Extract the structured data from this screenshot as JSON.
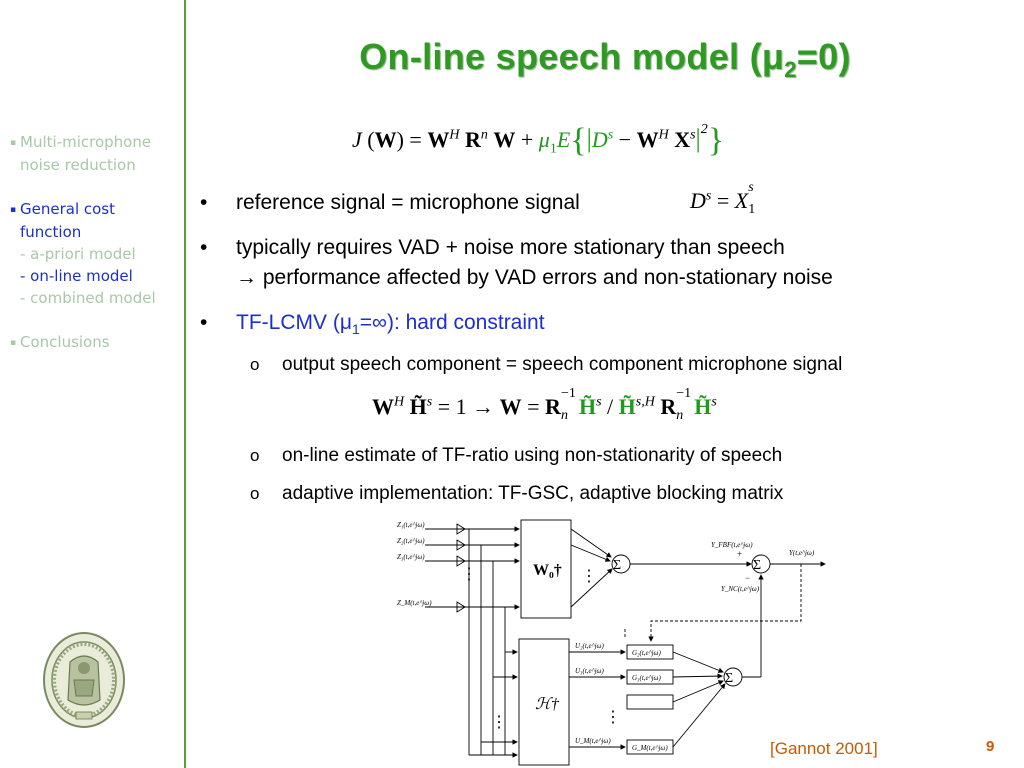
{
  "sidebar": {
    "item1_line1": "Multi-microphone",
    "item1_line2": "noise reduction",
    "item2_line1": "General cost",
    "item2_line2": "function",
    "sub1": "- a-priori model",
    "sub2": "- on-line model",
    "sub3": "- combined model",
    "item3": "Conclusions",
    "bullet_glyph": "▪"
  },
  "title": {
    "main": "On-line speech model (",
    "mu": "μ",
    "sub": "2",
    "rest": "=0)"
  },
  "bullets": [
    {
      "text": "reference signal = microphone signal"
    },
    {
      "line1": "typically requires VAD + noise more stationary than speech",
      "line2": "→ performance affected by VAD errors and non-stationary noise"
    },
    {
      "pre": "TF-LCMV (",
      "mu": "μ",
      "sub": "1",
      "post": "=∞): hard constraint"
    }
  ],
  "subbullets": [
    "output speech component = speech component microphone signal",
    "on-line estimate of TF-ratio using non-stationarity of speech",
    "adaptive implementation: TF-GSC, adaptive blocking matrix"
  ],
  "diagram": {
    "inputs": [
      "Z₁(t,e^jω)",
      "Z₂(t,e^jω)",
      "Z₃(t,e^jω)",
      "Z_M(t,e^jω)"
    ],
    "beamformer_label": "W₀†",
    "blocking_label": "ℋ†",
    "outputs": [
      "U₂(t,e^jω)",
      "U₃(t,e^jω)",
      "U_M(t,e^jω)"
    ],
    "filters": [
      "G₂(t,e^jω)",
      "G₃(t,e^jω)",
      "G_M(t,e^jω)"
    ],
    "fbf_label": "Y_FBF(t,e^jω)",
    "nc_label": "Y_NC(t,e^jω)",
    "out_label": "Y(t,e^jω)"
  },
  "citation": "[Gannot 2001]",
  "page_number": "9",
  "colors": {
    "accent": "#2e9a22",
    "active": "#1a2fd0",
    "muted": "#a8c8a8",
    "footer": "#c85a00"
  }
}
